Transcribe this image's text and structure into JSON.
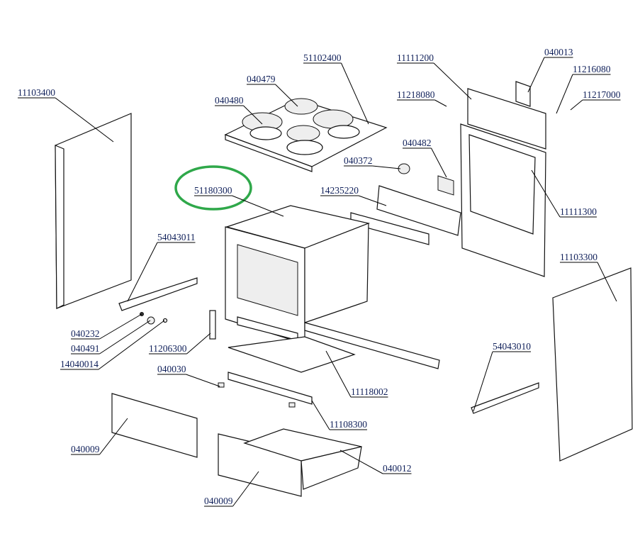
{
  "diagram": {
    "highlight_color": "#2fa84a",
    "highlighted_part": "51180300",
    "labels": [
      {
        "id": "11103400",
        "text": "11103400"
      },
      {
        "id": "040479",
        "text": "040479"
      },
      {
        "id": "51102400",
        "text": "51102400"
      },
      {
        "id": "040480",
        "text": "040480"
      },
      {
        "id": "11111200",
        "text": "11111200"
      },
      {
        "id": "040013",
        "text": "040013"
      },
      {
        "id": "11216080",
        "text": "11216080"
      },
      {
        "id": "11218080",
        "text": "11218080"
      },
      {
        "id": "11217000",
        "text": "11217000"
      },
      {
        "id": "040482",
        "text": "040482"
      },
      {
        "id": "040372",
        "text": "040372"
      },
      {
        "id": "51180300",
        "text": "51180300"
      },
      {
        "id": "14235220",
        "text": "14235220"
      },
      {
        "id": "11111300",
        "text": "11111300"
      },
      {
        "id": "54043011",
        "text": "54043011"
      },
      {
        "id": "11103300",
        "text": "11103300"
      },
      {
        "id": "040232",
        "text": "040232"
      },
      {
        "id": "040491",
        "text": "040491"
      },
      {
        "id": "14040014",
        "text": "14040014"
      },
      {
        "id": "11206300",
        "text": "11206300"
      },
      {
        "id": "54043010",
        "text": "54043010"
      },
      {
        "id": "040030",
        "text": "040030"
      },
      {
        "id": "11118002",
        "text": "11118002"
      },
      {
        "id": "11108300",
        "text": "11108300"
      },
      {
        "id": "040009a",
        "text": "040009"
      },
      {
        "id": "040012",
        "text": "040012"
      },
      {
        "id": "040009b",
        "text": "040009"
      }
    ]
  }
}
